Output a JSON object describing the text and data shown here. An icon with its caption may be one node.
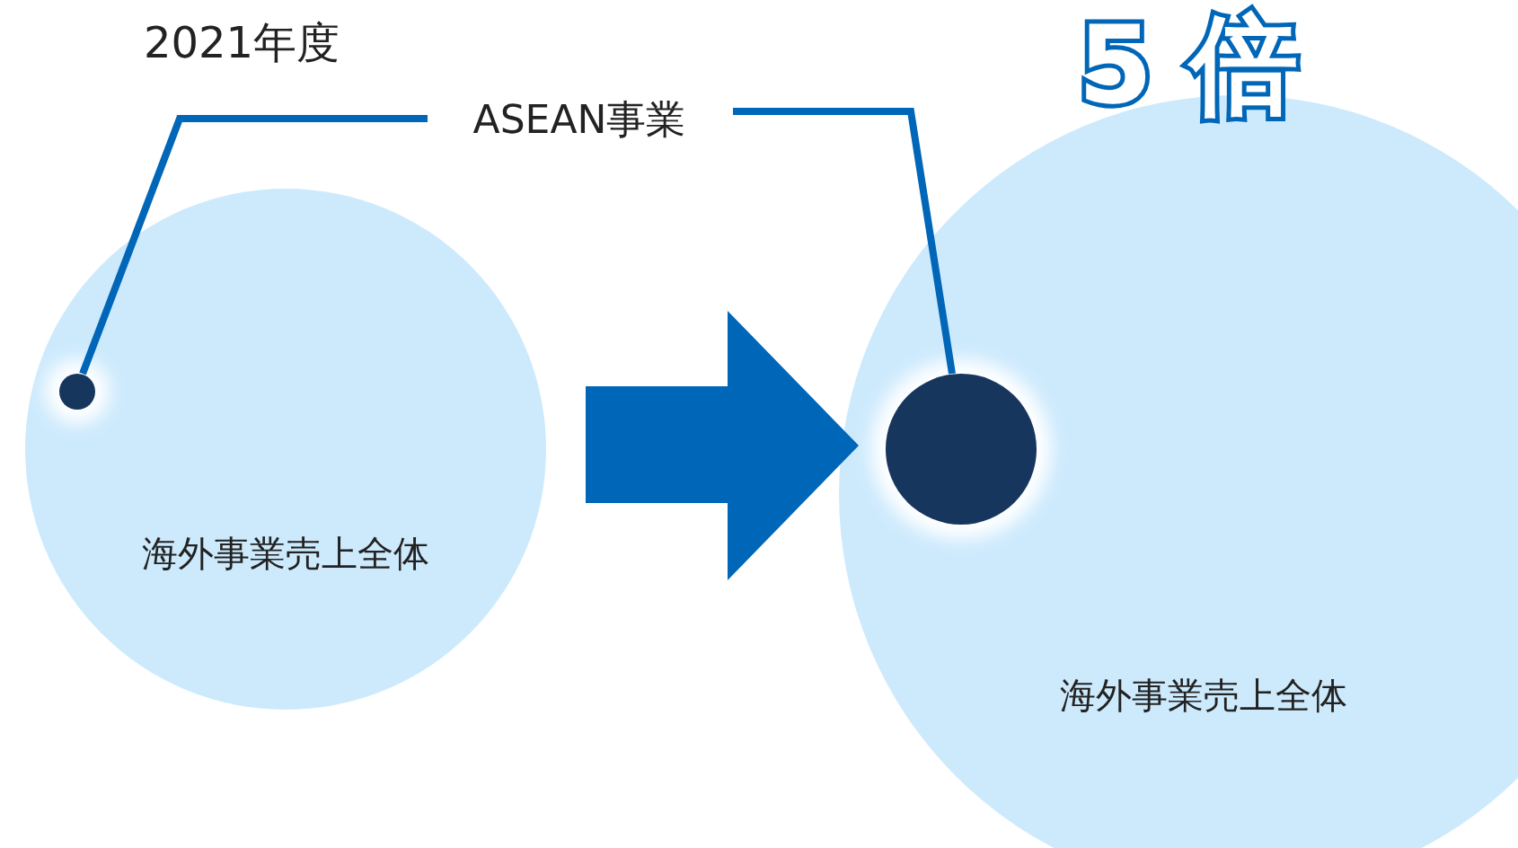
{
  "diagram": {
    "nodes": [
      {
        "text": [
          "海外事業売上全体"
        ]
      },
      {
        "text": [],
        "shape": "circle",
        "in": 0
      },
      {
        "text": [
          "海外事業売上全体"
        ]
      },
      {
        "text": [],
        "shape": "circle",
        "in": 2
      },
      {
        "text": [
          "ASEAN事業"
        ]
      }
    ],
    "edges": [
      {
        "from": 0,
        "to": 2,
        "arrow": "to",
        "style": "thick"
      },
      {
        "from": 4,
        "to": 1,
        "arrow": "none"
      },
      {
        "from": 4,
        "to": 3,
        "arrow": "none"
      }
    ],
    "labels": [
      "2021年度",
      "5 倍"
    ]
  }
}
